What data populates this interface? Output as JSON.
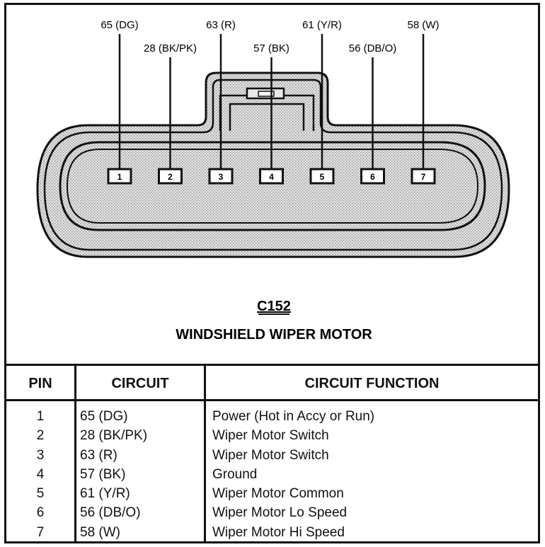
{
  "connector": {
    "code": "C152",
    "title": "WINDSHIELD WIPER MOTOR",
    "fill_color": "#d2d2d2",
    "line_color": "#111111",
    "pins": [
      {
        "pin": "1",
        "circuit": "65 (DG)"
      },
      {
        "pin": "2",
        "circuit": "28 (BK/PK)"
      },
      {
        "pin": "3",
        "circuit": "63 (R)"
      },
      {
        "pin": "4",
        "circuit": "57 (BK)"
      },
      {
        "pin": "5",
        "circuit": "61 (Y/R)"
      },
      {
        "pin": "6",
        "circuit": "56 (DB/O)"
      },
      {
        "pin": "7",
        "circuit": "58 (W)"
      }
    ]
  },
  "table": {
    "headers": {
      "pin": "PIN",
      "circuit": "CIRCUIT",
      "function": "CIRCUIT FUNCTION"
    },
    "rows": [
      {
        "pin": "1",
        "circuit": "65 (DG)",
        "function": "Power (Hot in Accy or Run)"
      },
      {
        "pin": "2",
        "circuit": "28 (BK/PK)",
        "function": "Wiper Motor Switch"
      },
      {
        "pin": "3",
        "circuit": "63 (R)",
        "function": "Wiper Motor Switch"
      },
      {
        "pin": "4",
        "circuit": "57 (BK)",
        "function": "Ground"
      },
      {
        "pin": "5",
        "circuit": "61 (Y/R)",
        "function": "Wiper Motor Common"
      },
      {
        "pin": "6",
        "circuit": "56 (DB/O)",
        "function": "Wiper Motor Lo Speed"
      },
      {
        "pin": "7",
        "circuit": "58 (W)",
        "function": "Wiper Motor Hi Speed"
      }
    ]
  }
}
